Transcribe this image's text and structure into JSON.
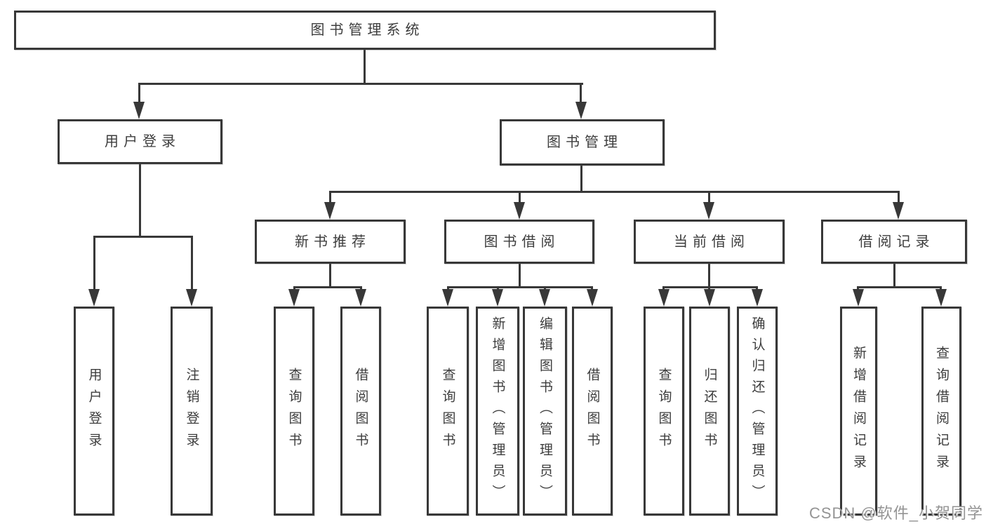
{
  "diagram": {
    "type": "tree-structure-chart",
    "nodes": {
      "root": "图书管理系统",
      "user_login": "用户登录",
      "book_mgmt": "图书管理",
      "new_book_rec": "新书推荐",
      "book_borrow": "图书借阅",
      "current_borrow": "当前借阅",
      "borrow_records": "借阅记录",
      "login_leaf": "用户登录",
      "logout_leaf": "注销登录",
      "rec_query_book": "查询图书",
      "rec_borrow_book": "借阅图书",
      "bb_query_book": "查询图书",
      "bb_add_book": "新增图书（管理员）",
      "bb_edit_book": "编辑图书（管理员）",
      "bb_borrow_book": "借阅图书",
      "cb_query_book": "查询图书",
      "cb_return_book": "归还图书",
      "cb_confirm_return": "确认归还（管理员）",
      "br_add_record": "新增借阅记录",
      "br_query_record": "查询借阅记录"
    },
    "hierarchy": {
      "图书管理系统": {
        "用户登录": [
          "用户登录",
          "注销登录"
        ],
        "图书管理": {
          "新书推荐": [
            "查询图书",
            "借阅图书"
          ],
          "图书借阅": [
            "查询图书",
            "新增图书（管理员）",
            "编辑图书（管理员）",
            "借阅图书"
          ],
          "当前借阅": [
            "查询图书",
            "归还图书",
            "确认归还（管理员）"
          ],
          "借阅记录": [
            "新增借阅记录",
            "查询借阅记录"
          ]
        }
      }
    },
    "colors": {
      "line": "#383838",
      "border": "#383838",
      "text": "#3d3d3d",
      "background": "#ffffff",
      "watermark": "#949494"
    }
  },
  "watermark": {
    "text": "CSDN @软件_小贺同学"
  }
}
